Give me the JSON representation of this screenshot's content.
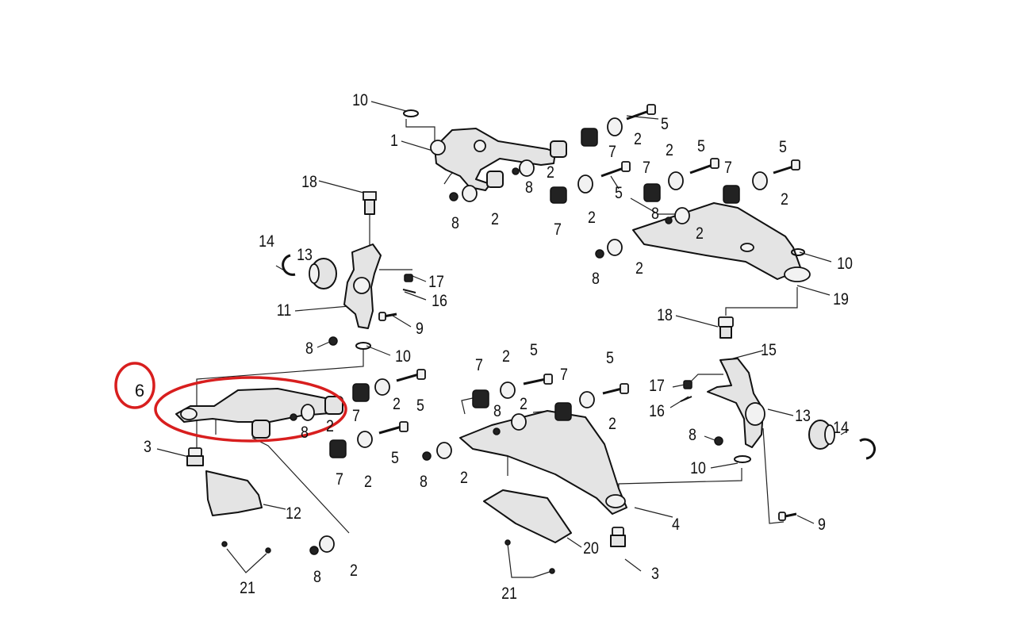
{
  "highlight": {
    "label": "6",
    "color": "#d81e1e"
  },
  "callouts": [
    {
      "id": "c-10a",
      "text": "10"
    },
    {
      "id": "c-1",
      "text": "1"
    },
    {
      "id": "c-18a",
      "text": "18"
    },
    {
      "id": "c-5a",
      "text": "5"
    },
    {
      "id": "c-2a",
      "text": "2"
    },
    {
      "id": "c-7a",
      "text": "7"
    },
    {
      "id": "c-2b",
      "text": "2"
    },
    {
      "id": "c-8a",
      "text": "8"
    },
    {
      "id": "c-8b",
      "text": "8"
    },
    {
      "id": "c-2c",
      "text": "2"
    },
    {
      "id": "c-7b",
      "text": "7"
    },
    {
      "id": "c-2d",
      "text": "2"
    },
    {
      "id": "c-5b",
      "text": "5"
    },
    {
      "id": "c-7c",
      "text": "7"
    },
    {
      "id": "c-2e",
      "text": "2"
    },
    {
      "id": "c-5c",
      "text": "5"
    },
    {
      "id": "c-7d",
      "text": "7"
    },
    {
      "id": "c-5d",
      "text": "5"
    },
    {
      "id": "c-2f",
      "text": "2"
    },
    {
      "id": "c-8c",
      "text": "8"
    },
    {
      "id": "c-2g",
      "text": "2"
    },
    {
      "id": "c-8d",
      "text": "8"
    },
    {
      "id": "c-2h",
      "text": "2"
    },
    {
      "id": "c-10b",
      "text": "10"
    },
    {
      "id": "c-19",
      "text": "19"
    },
    {
      "id": "c-14a",
      "text": "14"
    },
    {
      "id": "c-13a",
      "text": "13"
    },
    {
      "id": "c-17a",
      "text": "17"
    },
    {
      "id": "c-16a",
      "text": "16"
    },
    {
      "id": "c-11",
      "text": "11"
    },
    {
      "id": "c-9a",
      "text": "9"
    },
    {
      "id": "c-8e",
      "text": "8"
    },
    {
      "id": "c-10c",
      "text": "10"
    },
    {
      "id": "c-18b",
      "text": "18"
    },
    {
      "id": "c-15",
      "text": "15"
    },
    {
      "id": "c-17b",
      "text": "17"
    },
    {
      "id": "c-16b",
      "text": "16"
    },
    {
      "id": "c-13b",
      "text": "13"
    },
    {
      "id": "c-14b",
      "text": "14"
    },
    {
      "id": "c-8f",
      "text": "8"
    },
    {
      "id": "c-10d",
      "text": "10"
    },
    {
      "id": "c-9b",
      "text": "9"
    },
    {
      "id": "c-2i",
      "text": "2"
    },
    {
      "id": "c-5e",
      "text": "5"
    },
    {
      "id": "c-7e",
      "text": "7"
    },
    {
      "id": "c-7f",
      "text": "7"
    },
    {
      "id": "c-5f",
      "text": "5"
    },
    {
      "id": "c-8g",
      "text": "8"
    },
    {
      "id": "c-2j",
      "text": "2"
    },
    {
      "id": "c-2k",
      "text": "2"
    },
    {
      "id": "c-8h",
      "text": "8"
    },
    {
      "id": "c-2l",
      "text": "2"
    },
    {
      "id": "c-4",
      "text": "4"
    },
    {
      "id": "c-20",
      "text": "20"
    },
    {
      "id": "c-3a",
      "text": "3"
    },
    {
      "id": "c-21a",
      "text": "21"
    },
    {
      "id": "c-3b",
      "text": "3"
    },
    {
      "id": "c-7g",
      "text": "7"
    },
    {
      "id": "c-2m",
      "text": "2"
    },
    {
      "id": "c-8i",
      "text": "8"
    },
    {
      "id": "c-2n",
      "text": "2"
    },
    {
      "id": "c-5g",
      "text": "5"
    },
    {
      "id": "c-7h",
      "text": "7"
    },
    {
      "id": "c-2o",
      "text": "2"
    },
    {
      "id": "c-5h",
      "text": "5"
    },
    {
      "id": "c-12",
      "text": "12"
    },
    {
      "id": "c-8j",
      "text": "8"
    },
    {
      "id": "c-2p",
      "text": "2"
    },
    {
      "id": "c-21b",
      "text": "21"
    }
  ]
}
